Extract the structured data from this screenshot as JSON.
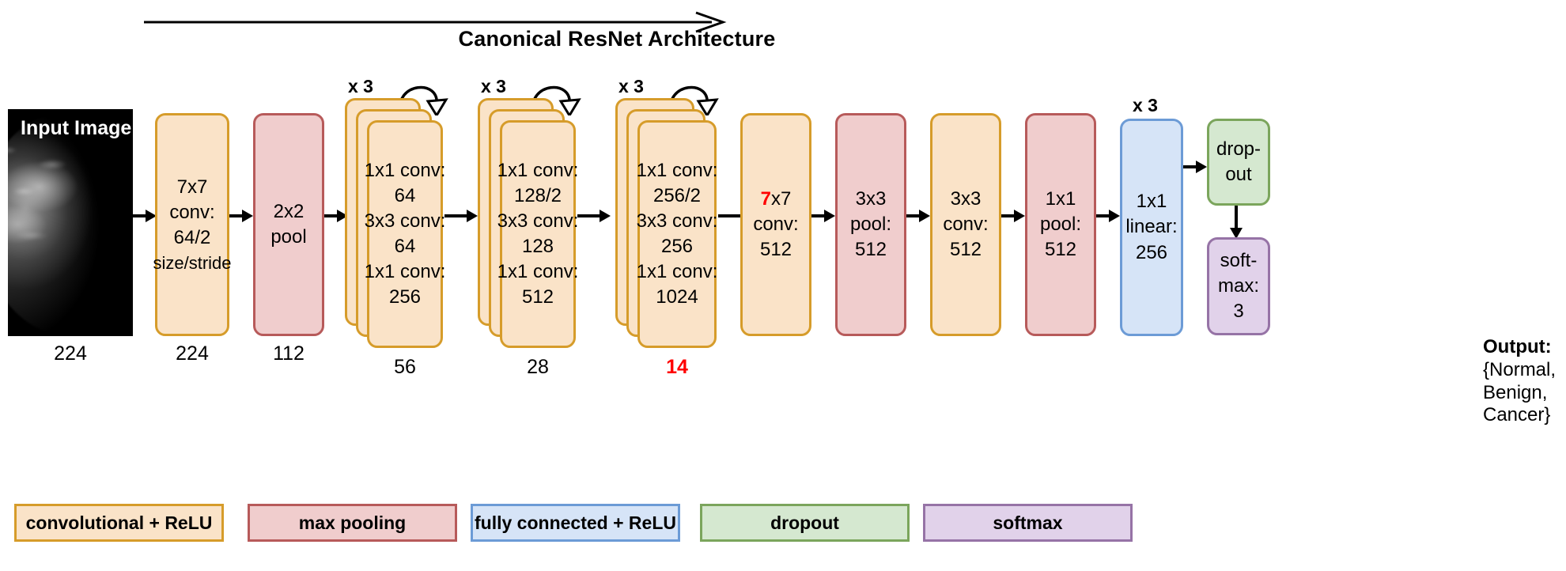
{
  "figure": {
    "title": "Canonical ResNet Architecture",
    "input_label": "Input Image"
  },
  "chart_data": {
    "type": "diagram",
    "title": "Canonical ResNet Architecture",
    "input": {
      "label": "Input Image",
      "size": "224"
    },
    "layers": [
      {
        "name": "conv1",
        "kind": "convolutional",
        "lines": [
          "7x7",
          "conv:",
          "64/2"
        ],
        "note": "size/stride",
        "size": "224"
      },
      {
        "name": "pool1",
        "kind": "max pooling",
        "lines": [
          "2x2",
          "pool"
        ],
        "size": "112"
      },
      {
        "name": "res1",
        "kind": "convolutional",
        "repeat": "x 3",
        "lines": [
          "1x1 conv:",
          "64",
          "3x3 conv:",
          "64",
          "1x1 conv:",
          "256"
        ],
        "size": "56"
      },
      {
        "name": "res2",
        "kind": "convolutional",
        "repeat": "x 3",
        "lines": [
          "1x1 conv:",
          "128/2",
          "3x3 conv:",
          "128",
          "1x1 conv:",
          "512"
        ],
        "size": "28"
      },
      {
        "name": "res3",
        "kind": "convolutional",
        "repeat": "x 3",
        "lines": [
          "1x1 conv:",
          "256/2",
          "3x3 conv:",
          "256",
          "1x1 conv:",
          "1024"
        ],
        "size": "14",
        "size_highlight": true
      },
      {
        "name": "conv2",
        "kind": "convolutional",
        "lines": [
          "7x7",
          "conv:",
          "512"
        ],
        "highlight_first_char": true
      },
      {
        "name": "pool2",
        "kind": "max pooling",
        "lines": [
          "3x3",
          "pool:",
          "512"
        ]
      },
      {
        "name": "conv3",
        "kind": "convolutional",
        "lines": [
          "3x3",
          "conv:",
          "512"
        ]
      },
      {
        "name": "pool3",
        "kind": "max pooling",
        "lines": [
          "1x1",
          "pool:",
          "512"
        ]
      },
      {
        "name": "fc1",
        "kind": "fully connected",
        "repeat": "x 3",
        "lines": [
          "1x1",
          "linear:",
          "256"
        ]
      },
      {
        "name": "dropout",
        "kind": "dropout",
        "lines": [
          "drop-",
          "out"
        ]
      },
      {
        "name": "softmax",
        "kind": "softmax",
        "lines": [
          "soft-",
          "max:",
          "3"
        ]
      }
    ],
    "dimension_labels": [
      "224",
      "224",
      "112",
      "56",
      "28",
      "14"
    ],
    "output": {
      "label": "Output:",
      "lines": [
        "{Normal,",
        "Benign,",
        "Cancer}"
      ]
    },
    "legend": [
      {
        "label": "convolutional + ReLU",
        "fill": "#fae3c8",
        "stroke": "#d69c2a"
      },
      {
        "label": "max pooling",
        "fill": "#f0cdcd",
        "stroke": "#b75a5a"
      },
      {
        "label": "fully connected + ReLU",
        "fill": "#d6e4f7",
        "stroke": "#6c9bd6"
      },
      {
        "label": "dropout",
        "fill": "#d5e8d0",
        "stroke": "#7ba55c"
      },
      {
        "label": "softmax",
        "fill": "#e1d2ea",
        "stroke": "#9673a6"
      }
    ]
  },
  "blocks": {
    "conv1": {
      "l1": "7x7",
      "l2": "conv:",
      "l3": "64/2",
      "note": "size/stride"
    },
    "pool1": {
      "l1": "2x2",
      "l2": "pool"
    },
    "res1": {
      "l1": "1x1 conv:",
      "l2": "64",
      "l3": "3x3 conv:",
      "l4": "64",
      "l5": "1x1 conv:",
      "l6": "256",
      "repeat": "x 3"
    },
    "res2": {
      "l1": "1x1 conv:",
      "l2": "128/2",
      "l3": "3x3 conv:",
      "l4": "128",
      "l5": "1x1 conv:",
      "l6": "512",
      "repeat": "x 3"
    },
    "res3": {
      "l1": "1x1 conv:",
      "l2": "256/2",
      "l3": "3x3 conv:",
      "l4": "256",
      "l5": "1x1 conv:",
      "l6": "1024",
      "repeat": "x 3"
    },
    "conv2": {
      "l1a": "7",
      "l1b": "x7",
      "l2": "conv:",
      "l3": "512"
    },
    "pool2": {
      "l1": "3x3",
      "l2": "pool:",
      "l3": "512"
    },
    "conv3": {
      "l1": "3x3",
      "l2": "conv:",
      "l3": "512"
    },
    "pool3": {
      "l1": "1x1",
      "l2": "pool:",
      "l3": "512"
    },
    "fc1": {
      "l1": "1x1",
      "l2": "linear:",
      "l3": "256",
      "repeat": "x 3"
    },
    "dropout": {
      "l1": "drop-",
      "l2": "out"
    },
    "softmax": {
      "l1": "soft-",
      "l2": "max:",
      "l3": "3"
    }
  },
  "dims": {
    "d0": "224",
    "d1": "224",
    "d2": "112",
    "d3": "56",
    "d4": "28",
    "d5": "14"
  },
  "output": {
    "label": "Output:",
    "l1": "{Normal,",
    "l2": "Benign,",
    "l3": "Cancer}"
  },
  "legend": {
    "conv": "convolutional + ReLU",
    "pool": "max pooling",
    "fc": "fully connected + ReLU",
    "dropout": "dropout",
    "softmax": "softmax"
  }
}
